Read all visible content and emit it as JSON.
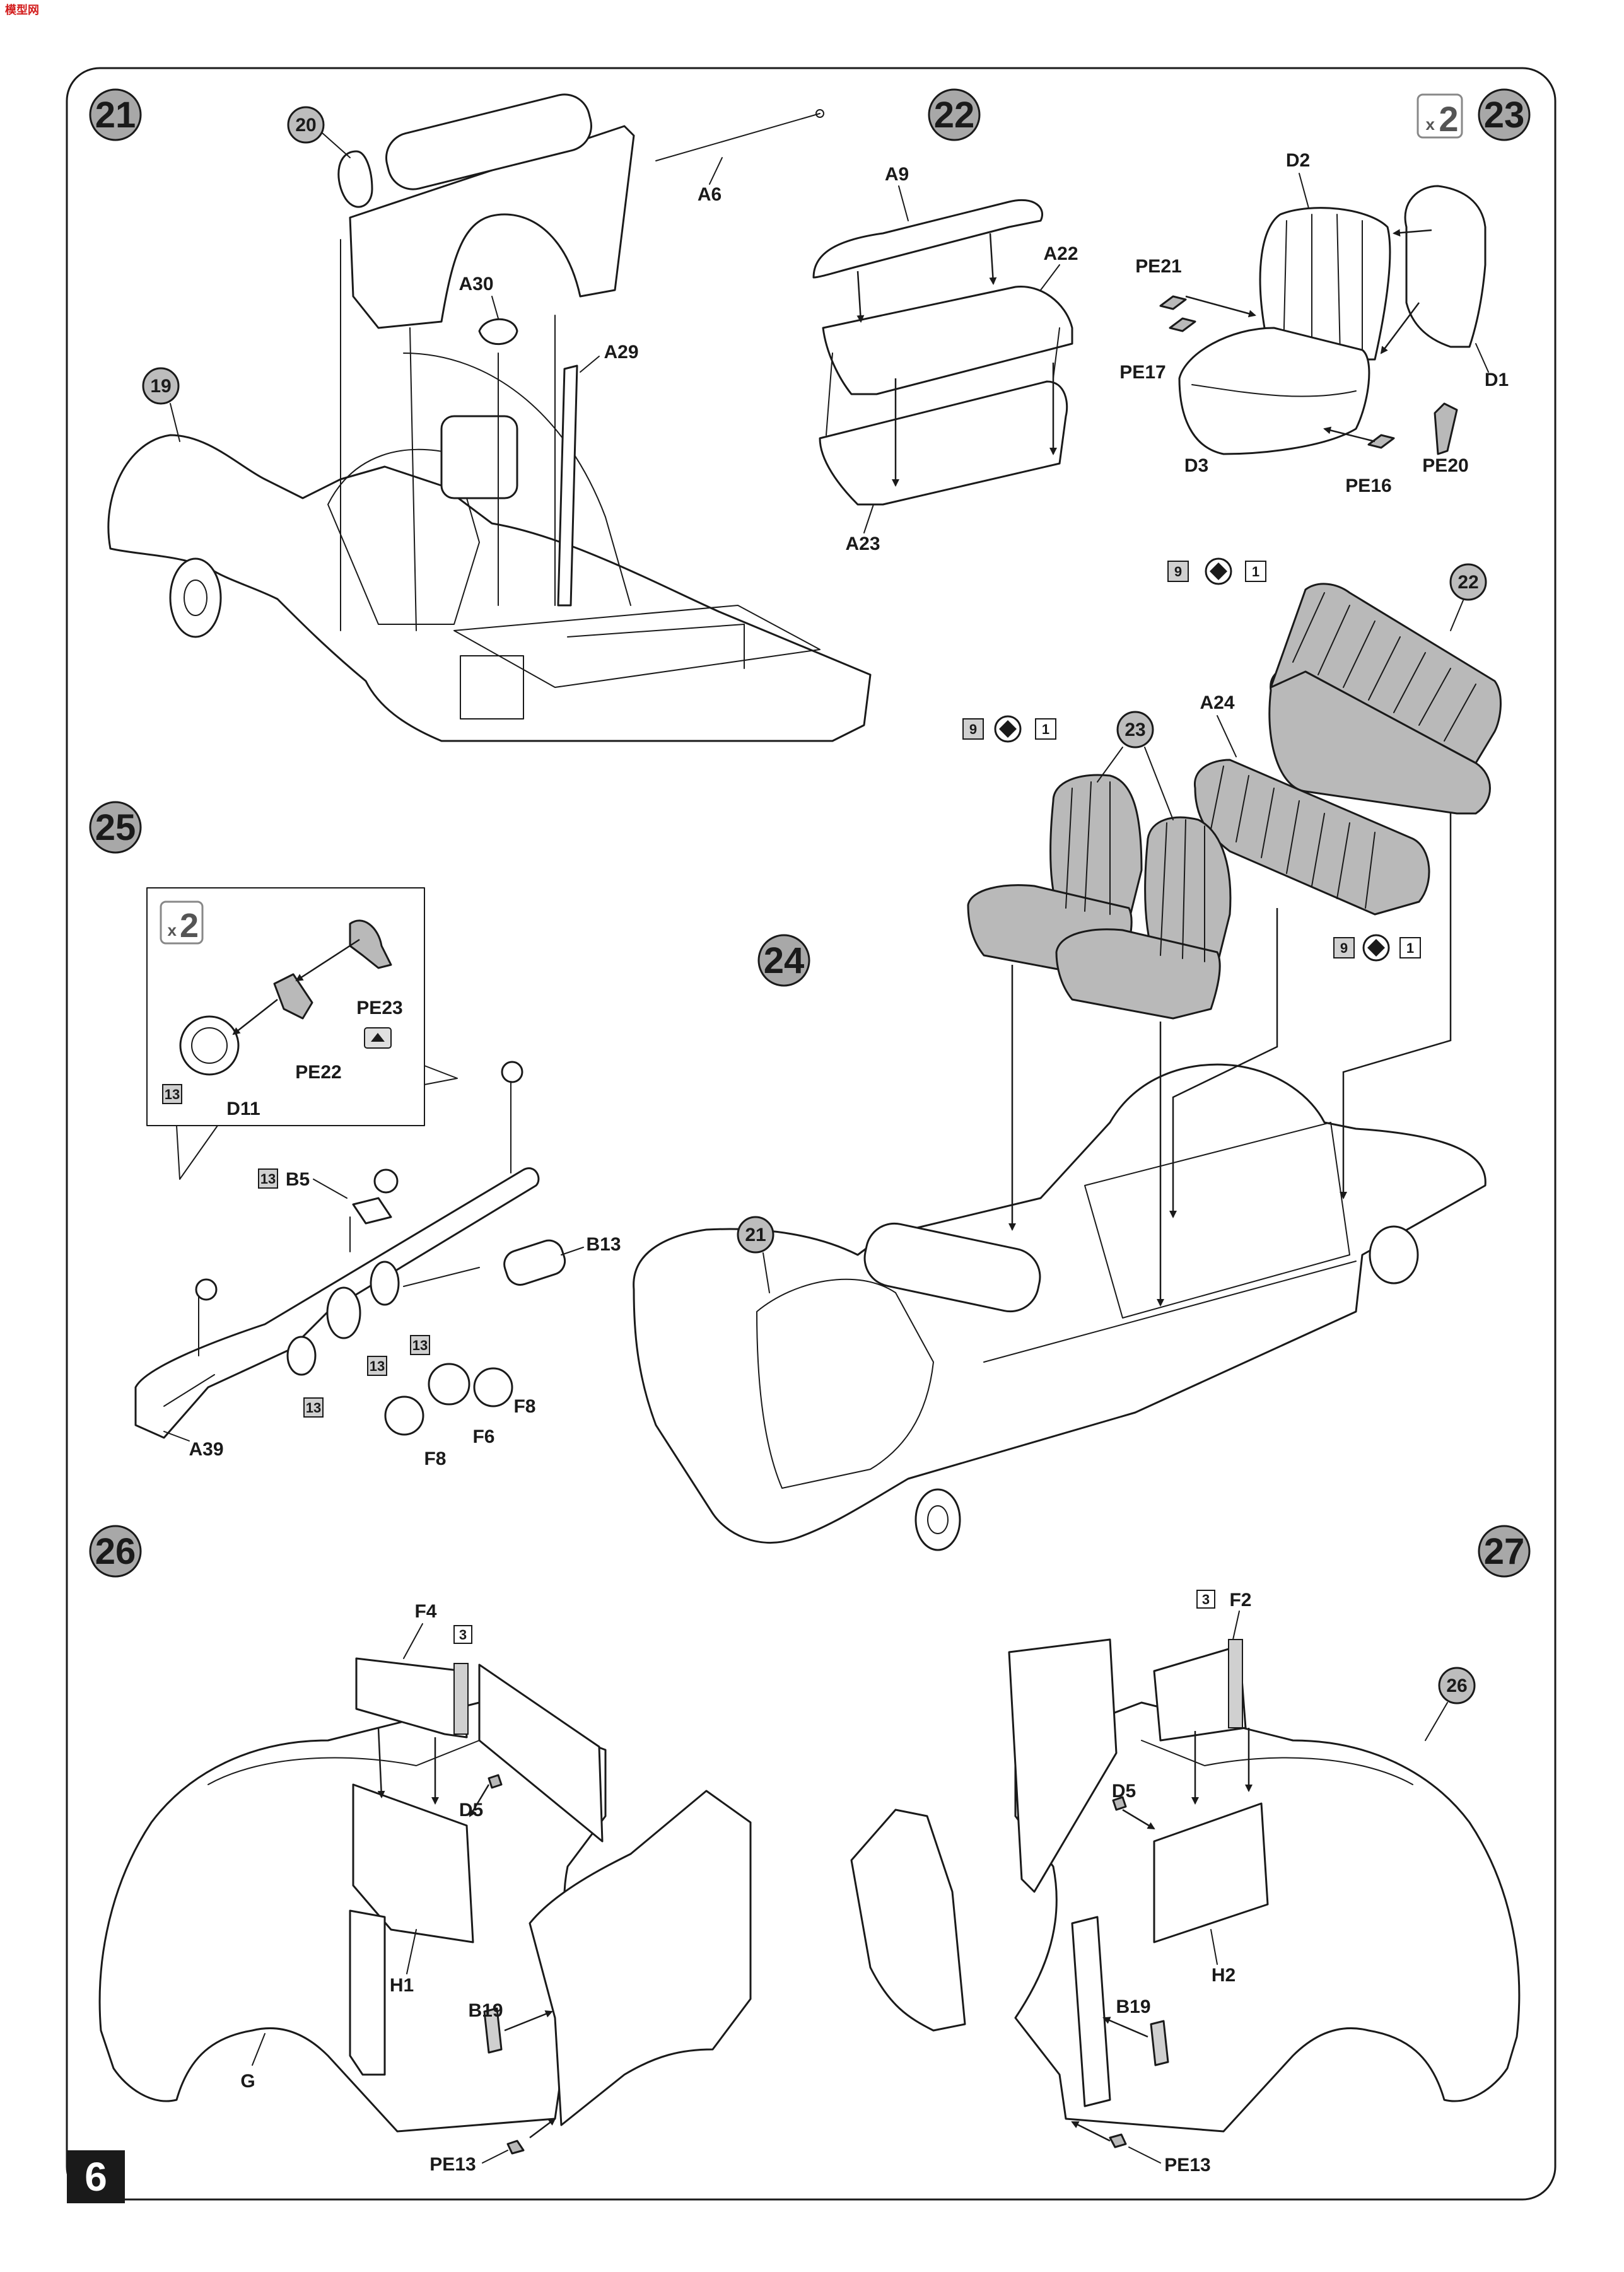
{
  "header": {
    "logo_text": "模型网"
  },
  "page_number": "6",
  "colors": {
    "frame": "#1a1a1a",
    "step_circle": "#a8a8a8",
    "part_circle": "#bdbdbd",
    "paint_grey": "#b9b9b9"
  },
  "icons": {
    "paint_chip": "paint-circle-icon",
    "repeat": "x2-icon",
    "photo_etch": "photo-etch-icon"
  },
  "steps": {
    "s21": {
      "number": "21",
      "labels": {
        "ref": "20",
        "a6": "A6",
        "a30": "A30",
        "a29": "A29",
        "ref19": "19"
      }
    },
    "s22": {
      "number": "22",
      "labels": {
        "a9": "A9",
        "a22": "A22",
        "a23": "A23"
      }
    },
    "s23": {
      "number": "23",
      "repeat": "x2",
      "labels": {
        "d2": "D2",
        "pe21": "PE21",
        "pe17": "PE17",
        "d1": "D1",
        "d3": "D3",
        "pe16": "PE16",
        "pe20": "PE20"
      }
    },
    "s24": {
      "number": "24",
      "labels": {
        "ref22": "22",
        "ref23": "23",
        "a24": "A24",
        "ref21": "21"
      },
      "paint": {
        "a": "9",
        "b": "1"
      }
    },
    "s25": {
      "number": "25",
      "repeat": "x2",
      "labels": {
        "pe23": "PE23",
        "pe22": "PE22",
        "d11": "D11",
        "b5": "B5",
        "b13": "B13",
        "a39": "A39",
        "f6": "F6",
        "f8a": "F8",
        "f8b": "F8"
      },
      "paint": {
        "c13": "13"
      }
    },
    "s26": {
      "number": "26",
      "labels": {
        "f4": "F4",
        "d5": "D5",
        "h1": "H1",
        "b19": "B19",
        "g": "G",
        "pe13": "PE13"
      },
      "paint": {
        "c3": "3"
      }
    },
    "s27": {
      "number": "27",
      "labels": {
        "f2": "F2",
        "d5": "D5",
        "ref26": "26",
        "h2": "H2",
        "b19": "B19",
        "pe13": "PE13"
      },
      "paint": {
        "c3": "3"
      }
    }
  }
}
